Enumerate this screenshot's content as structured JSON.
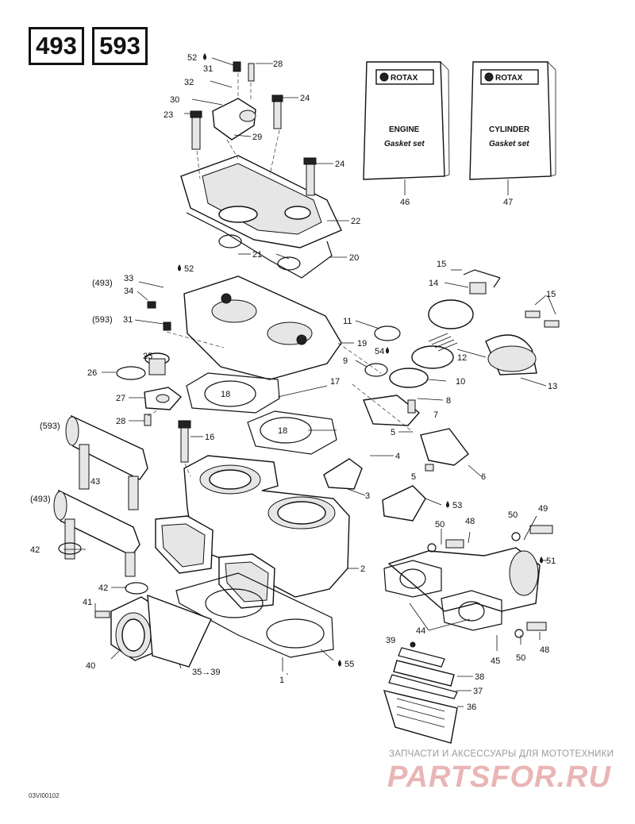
{
  "model_labels": [
    "493",
    "593"
  ],
  "gasket_sets": [
    {
      "brand": "ROTAX",
      "line1": "ENGINE",
      "line2": "Gasket set",
      "callout": "46"
    },
    {
      "brand": "ROTAX",
      "line1": "CYLINDER",
      "line2": "Gasket set",
      "callout": "47"
    }
  ],
  "variant_tags": {
    "v493a": "(493)",
    "v593a": "(593)",
    "v593b": "(593)",
    "v493b": "(493)"
  },
  "callouts": {
    "c52a": "52",
    "c31a": "31",
    "c28a": "28",
    "c32": "32",
    "c24a": "24",
    "c30": "30",
    "c23": "23",
    "c29": "29",
    "c24b": "24",
    "c22": "22",
    "c21": "21",
    "c20": "20",
    "c15a": "15",
    "c14": "14",
    "c15b": "15",
    "c33": "33",
    "c34": "34",
    "c52b": "52",
    "c31b": "31",
    "c11": "11",
    "c19": "19",
    "c54": "54",
    "c12": "12",
    "c9": "9",
    "c10": "10",
    "c25": "25",
    "c26": "26",
    "c13": "13",
    "c8": "8",
    "c27": "27",
    "c17": "17",
    "c18a": "18",
    "c7": "7",
    "c28b": "28",
    "c18b": "18",
    "c5": "5",
    "c16": "16",
    "c4": "4",
    "c6": "6",
    "c43": "43",
    "c3": "3",
    "c53": "53",
    "c49": "49",
    "c50a": "50",
    "c48a": "48",
    "c42a": "42",
    "c51": "51",
    "c2": "2",
    "c42b": "42",
    "c41": "41",
    "c44": "44",
    "c45": "45",
    "c50b": "50",
    "c48b": "48",
    "c39": "39",
    "c38": "38",
    "c40": "40",
    "c3539": "35→39",
    "c55": "55",
    "c1": "1",
    "c37": "37",
    "c36": "36"
  },
  "watermark": {
    "subtitle": "ЗАПЧАСТИ И АКСЕССУАРЫ ДЛЯ МОТОТЕХНИКИ",
    "brand": "PARTSFOR.RU"
  },
  "drawing_code": "03VI00102"
}
